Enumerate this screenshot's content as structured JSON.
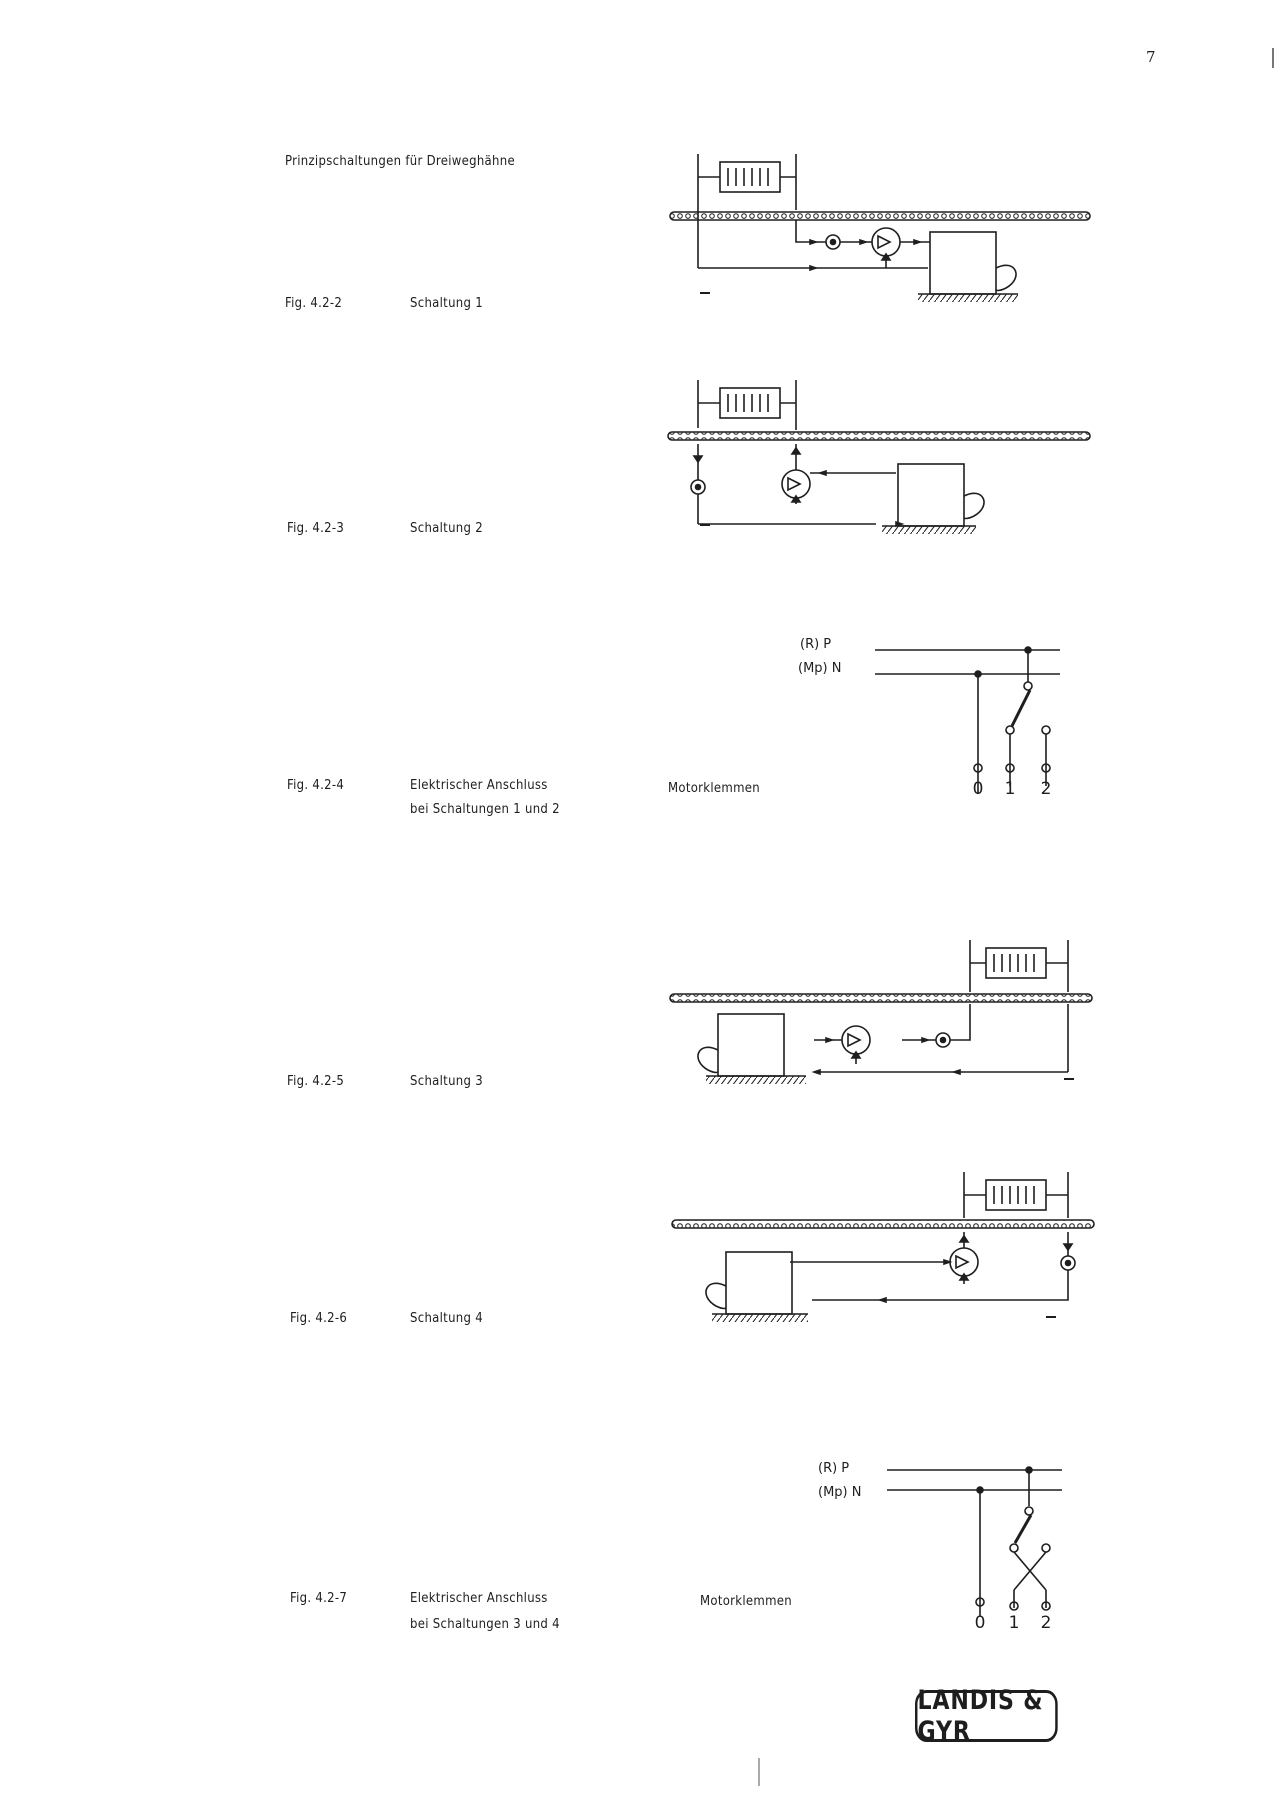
{
  "page": {
    "number": "7",
    "heading": "Prinzipschaltungen für Dreiweghähne"
  },
  "figures": [
    {
      "id": "Fig. 4.2-2",
      "caption": "Schaltung 1"
    },
    {
      "id": "Fig. 4.2-3",
      "caption": "Schaltung 2"
    },
    {
      "id": "Fig. 4.2-4",
      "caption_line1": "Elektrischer Anschluss",
      "caption_line2": "bei Schaltungen 1 und 2"
    },
    {
      "id": "Fig. 4.2-5",
      "caption": "Schaltung 3"
    },
    {
      "id": "Fig. 4.2-6",
      "caption": "Schaltung 4"
    },
    {
      "id": "Fig. 4.2-7",
      "caption_line1": "Elektrischer Anschluss",
      "caption_line2": "bei Schaltungen 3 und 4"
    }
  ],
  "wiring": {
    "phase": "(R) P",
    "neutral": "(Mp) N",
    "terminals_label": "Motorklemmen",
    "terminals": [
      "0",
      "1",
      "2"
    ]
  },
  "logo": {
    "text": "LANDIS & GYR"
  }
}
